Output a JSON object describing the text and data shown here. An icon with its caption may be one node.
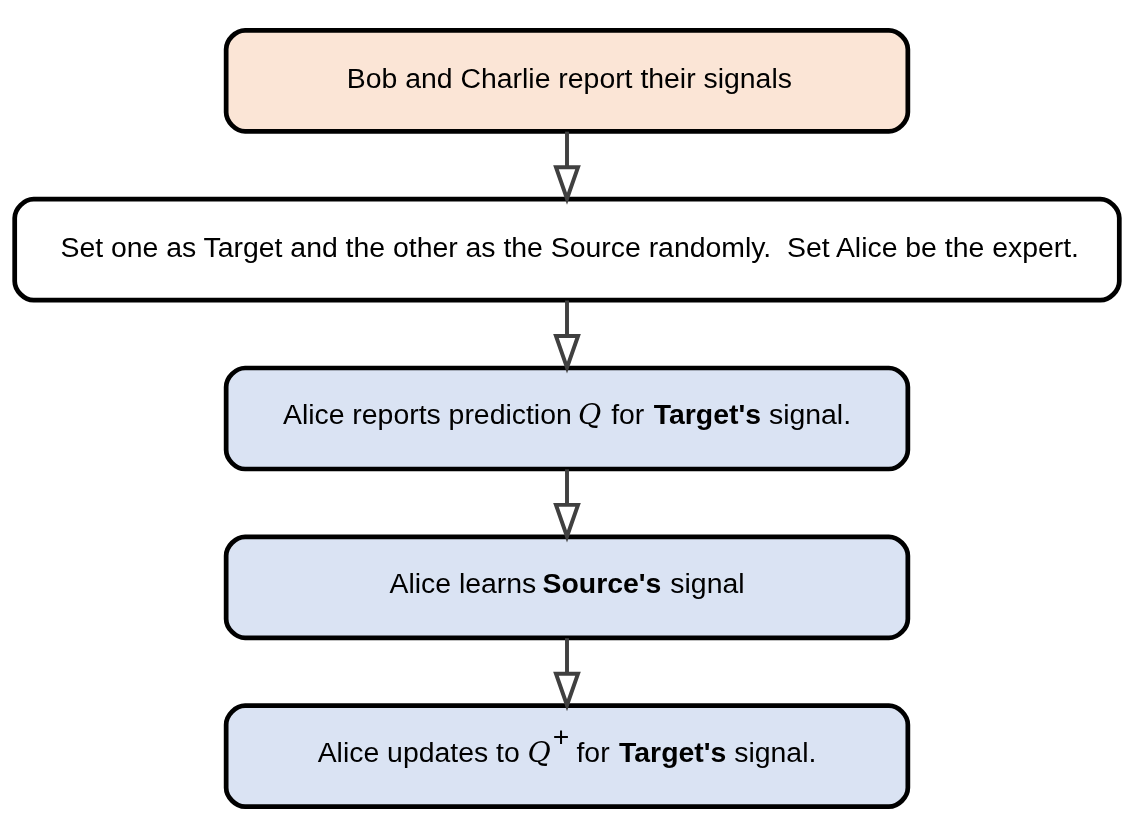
{
  "diagram": {
    "nodes": [
      {
        "text": [
          "Bob and Charlie report their signals"
        ]
      },
      {
        "text": [
          "Set one as Target and the other as the Source randomly.  Set Alice be the expert."
        ]
      },
      {
        "text": [
          "Alice reports prediction *Q* for **Target's** signal."
        ]
      },
      {
        "text": [
          "Alice learns **Source's** signal"
        ]
      },
      {
        "text": [
          "Alice updates to *Q*$^{+}$ for **Target's** signal."
        ]
      }
    ],
    "edges": [
      {
        "from": 0,
        "to": 1,
        "arrow": "to"
      },
      {
        "from": 1,
        "to": 2,
        "arrow": "to"
      },
      {
        "from": 2,
        "to": 3,
        "arrow": "to"
      },
      {
        "from": 3,
        "to": 4,
        "arrow": "to"
      }
    ]
  }
}
